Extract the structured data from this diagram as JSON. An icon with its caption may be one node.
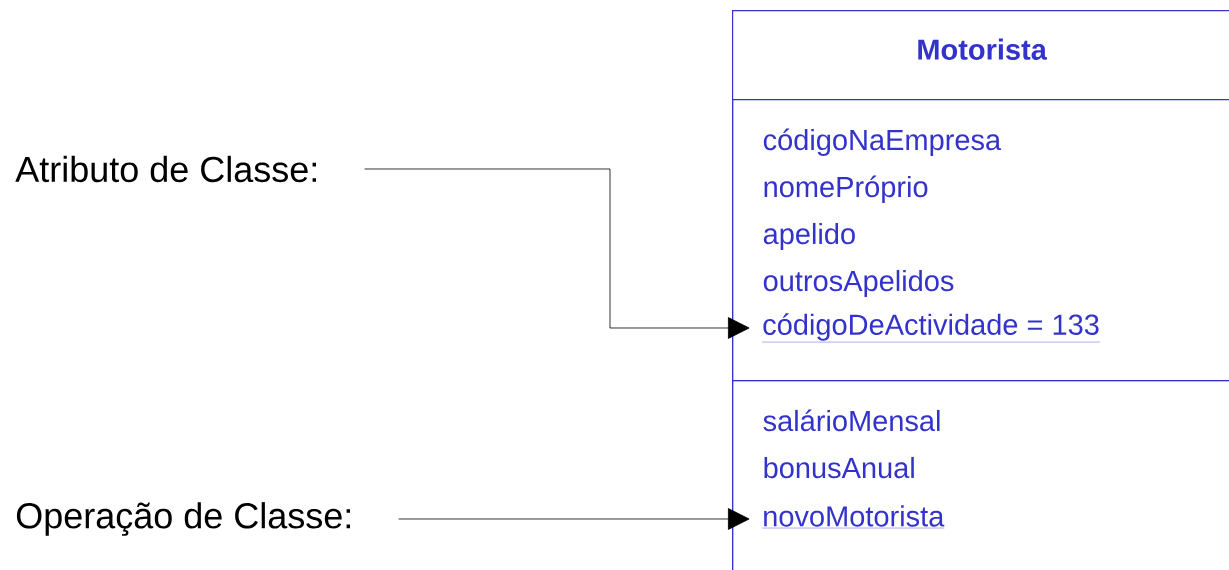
{
  "diagram": {
    "nodes": [
      {
        "text": [
          "Motorista"
        ]
      },
      {
        "text": [
          "códigoNaEmpresa",
          "nomePróprio",
          "apelido",
          "outrosApelidos"
        ],
        "in": 0
      },
      {
        "text": [
          "códigoDeActividade = 133"
        ],
        "in": 1
      },
      {
        "text": [
          "salárioMensal",
          "bonusAnual"
        ],
        "in": 0
      },
      {
        "text": [
          "novoMotorista"
        ],
        "in": 3
      },
      {
        "text": [
          "Atributo de Classe:"
        ]
      },
      {
        "text": [
          "Operação de Classe:"
        ]
      }
    ],
    "edges": [
      {
        "from": 5,
        "to": 2,
        "arrow": "to"
      },
      {
        "from": 6,
        "to": 4,
        "arrow": "to"
      }
    ]
  }
}
